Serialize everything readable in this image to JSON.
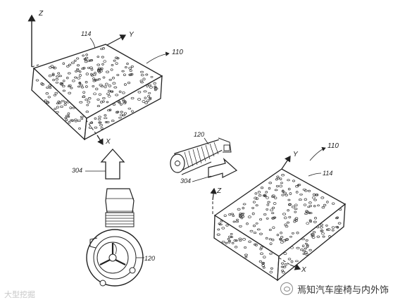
{
  "labels": {
    "z_top": "Z",
    "y_top": "Y",
    "ref_114_top": "114",
    "ref_110_top": "110",
    "x_top": "X",
    "ref_304_left": "304",
    "ref_120_left": "120",
    "ref_120_right": "120",
    "ref_304_right": "304",
    "z_right": "Z",
    "y_right": "Y",
    "ref_110_right": "110",
    "ref_114_right": "114",
    "x_right": "X"
  },
  "watermarks": {
    "left": "大型挖掘",
    "right": "焉知汽车座椅与内外饰"
  },
  "colors": {
    "line": "#222222",
    "watermark_left": "#c8c8c8"
  }
}
